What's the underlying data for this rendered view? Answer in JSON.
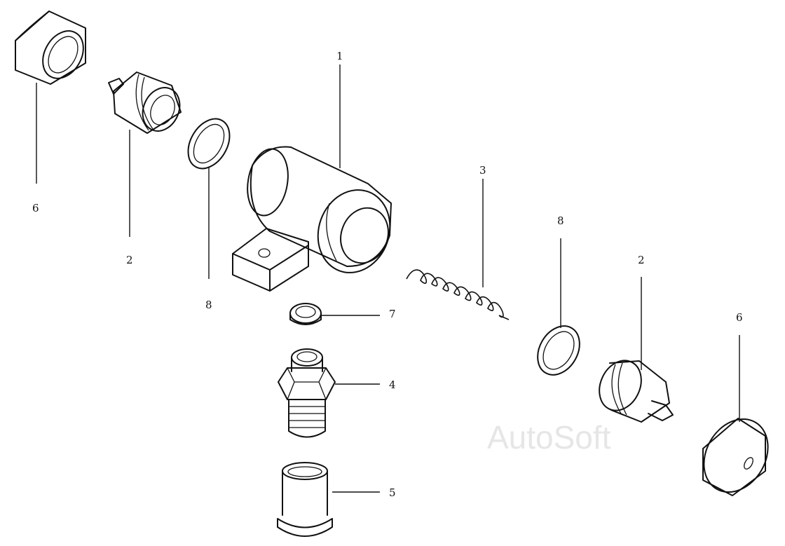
{
  "labels": {
    "1": "1",
    "2": "2",
    "3": "3",
    "4": "4",
    "5": "5",
    "6": "6",
    "7": "7",
    "8": "8"
  },
  "watermark": "AutoSoft"
}
